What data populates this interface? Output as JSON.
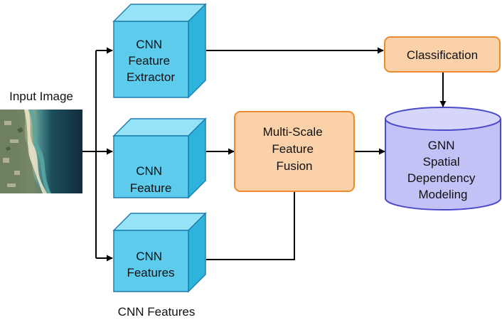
{
  "input": {
    "label": "Input Image"
  },
  "cnn_blocks": [
    {
      "lines": [
        "CNN",
        "Feature",
        "Extractor"
      ]
    },
    {
      "lines": [
        "CNN",
        "Feature"
      ]
    },
    {
      "lines": [
        "CNN",
        "Features"
      ]
    }
  ],
  "cnn_caption": "CNN Features",
  "fusion": {
    "lines": [
      "Multi-Scale",
      "Feature",
      "Fusion"
    ]
  },
  "classification": {
    "label": "Classification"
  },
  "gnn": {
    "lines": [
      "GNN",
      "Spatial",
      "Dependency",
      "Modeling"
    ]
  },
  "colors": {
    "cube_front": "#5ccbec",
    "cube_top": "#96e3f7",
    "cube_side": "#2eb3dd",
    "cube_stroke": "#1f7fb0",
    "box_fill": "#fbd1a9",
    "box_stroke": "#ec8a2f",
    "cyl_fill": "#c2c2f7",
    "cyl_top": "#d6d6fb",
    "cyl_stroke": "#4a4acb",
    "arrow": "#000000"
  }
}
